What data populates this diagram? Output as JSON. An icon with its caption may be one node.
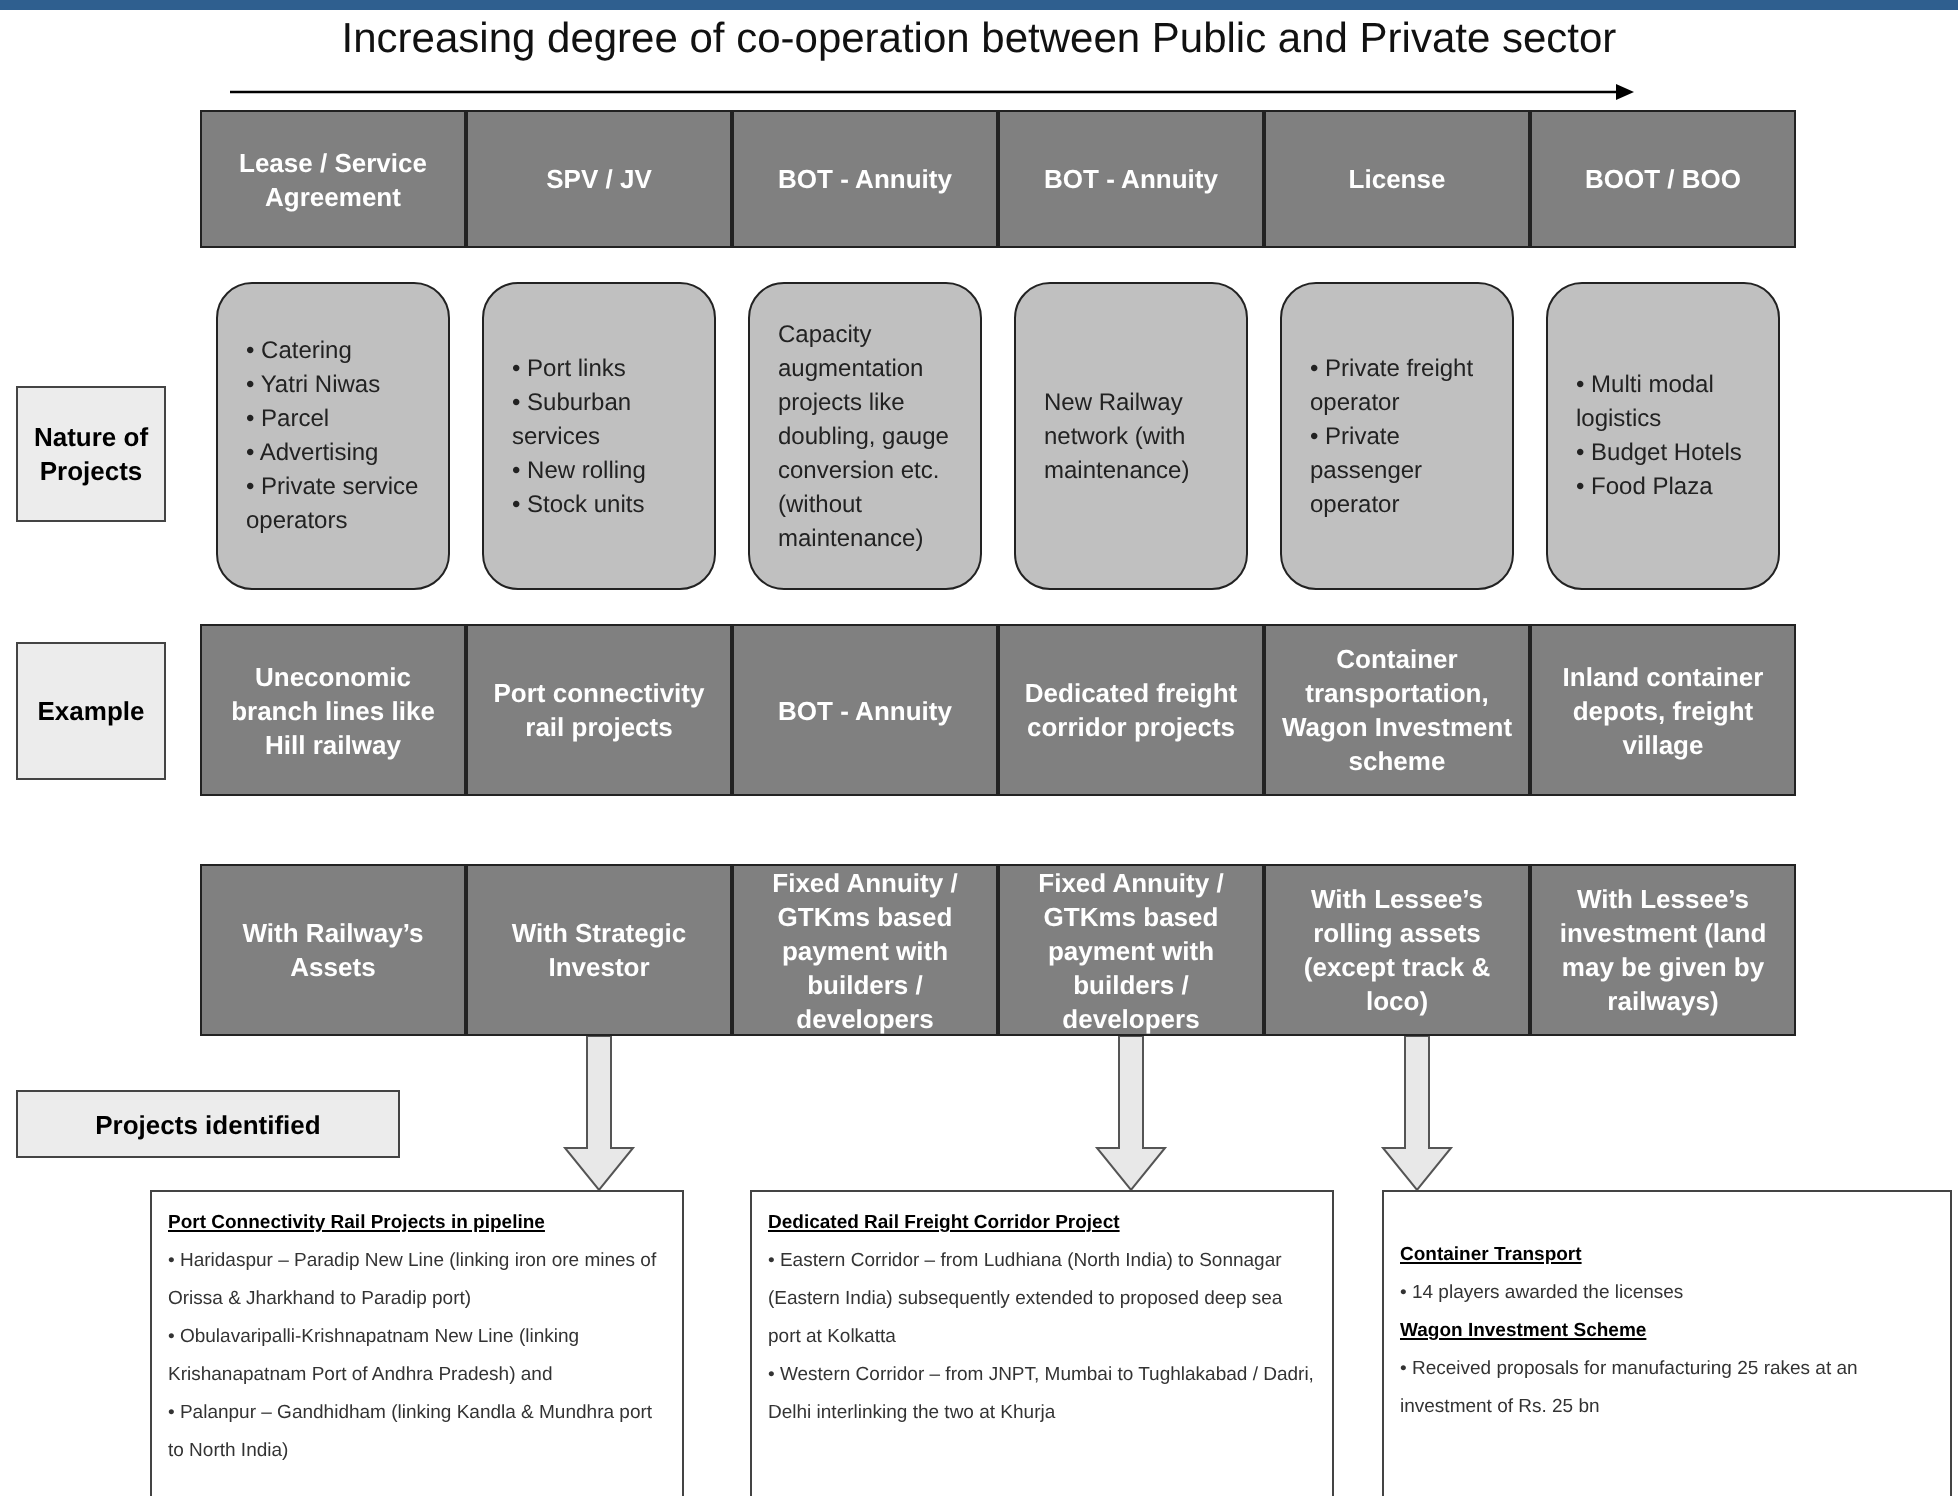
{
  "diagram": {
    "title": "Increasing degree of co-operation between Public and Private sector",
    "nodes": [
      {
        "text": [
          "Lease / Service Agreement"
        ]
      },
      {
        "text": [
          "SPV / JV"
        ]
      },
      {
        "text": [
          "BOT - Annuity"
        ]
      },
      {
        "text": [
          "BOT - Annuity"
        ]
      },
      {
        "text": [
          "License"
        ]
      },
      {
        "text": [
          "BOOT / BOO"
        ]
      },
      {
        "text": [
          "Nature of Projects"
        ]
      },
      {
        "text": [
          "• Catering",
          "• Yatri Niwas",
          "• Parcel",
          "• Advertising",
          "• Private service operators"
        ]
      },
      {
        "text": [
          "• Port links",
          "• Suburban services",
          "• New rolling",
          "• Stock units"
        ]
      },
      {
        "text": [
          "Capacity augmentation projects like doubling, gauge conversion etc. (without maintenance)"
        ]
      },
      {
        "text": [
          "New Railway network (with maintenance)"
        ]
      },
      {
        "text": [
          "• Private freight operator",
          "• Private passenger operator"
        ]
      },
      {
        "text": [
          "• Multi modal logistics",
          "• Budget Hotels",
          "• Food Plaza"
        ]
      },
      {
        "text": [
          "Example"
        ]
      },
      {
        "text": [
          "Uneconomic branch lines like Hill railway"
        ]
      },
      {
        "text": [
          "Port connectivity rail projects"
        ]
      },
      {
        "text": [
          "BOT - Annuity"
        ]
      },
      {
        "text": [
          "Dedicated freight corridor projects"
        ]
      },
      {
        "text": [
          "Container transportation, Wagon Investment scheme"
        ]
      },
      {
        "text": [
          "Inland container depots, freight village"
        ]
      },
      {
        "text": [
          "With Railway’s Assets"
        ]
      },
      {
        "text": [
          "With Strategic Investor"
        ]
      },
      {
        "text": [
          "Fixed Annuity / GTKms based payment with builders / developers"
        ]
      },
      {
        "text": [
          "Fixed Annuity / GTKms based payment with builders / developers"
        ]
      },
      {
        "text": [
          "With Lessee’s rolling assets (except track & loco)"
        ]
      },
      {
        "text": [
          "With Lessee’s investment (land may be given by railways)"
        ]
      },
      {
        "text": [
          "Projects identified"
        ]
      },
      {
        "text": [
          "Port Connectivity Rail Projects in pipeline",
          "• Haridaspur – Paradip New Line (linking iron ore mines of Orissa & Jharkhand to Paradip port)",
          "• Obulavaripalli-Krishnapatnam New Line (linking Krishanapatnam Port of Andhra Pradesh) and",
          "• Palanpur – Gandhidham (linking Kandla & Mundhra port to North India)"
        ]
      },
      {
        "text": [
          "Dedicated Rail Freight Corridor Project",
          "• Eastern Corridor – from Ludhiana (North India) to Sonnagar (Eastern India) subsequently extended to proposed deep sea port at Kolkatta",
          "• Western Corridor – from JNPT, Mumbai to Tughlakabad / Dadri, Delhi interlinking the two at Khurja"
        ]
      },
      {
        "text": [
          "Container Transport",
          "• 14 players awarded the licenses",
          "Wagon Investment Scheme",
          "• Received proposals for manufacturing 25 rakes at an investment of Rs. 25 bn"
        ]
      }
    ],
    "edges": [
      {
        "from": 21,
        "to": 27,
        "arrow": "to"
      },
      {
        "from": 23,
        "to": 28,
        "arrow": "to"
      },
      {
        "from": 24,
        "to": 29,
        "arrow": "to"
      }
    ]
  }
}
